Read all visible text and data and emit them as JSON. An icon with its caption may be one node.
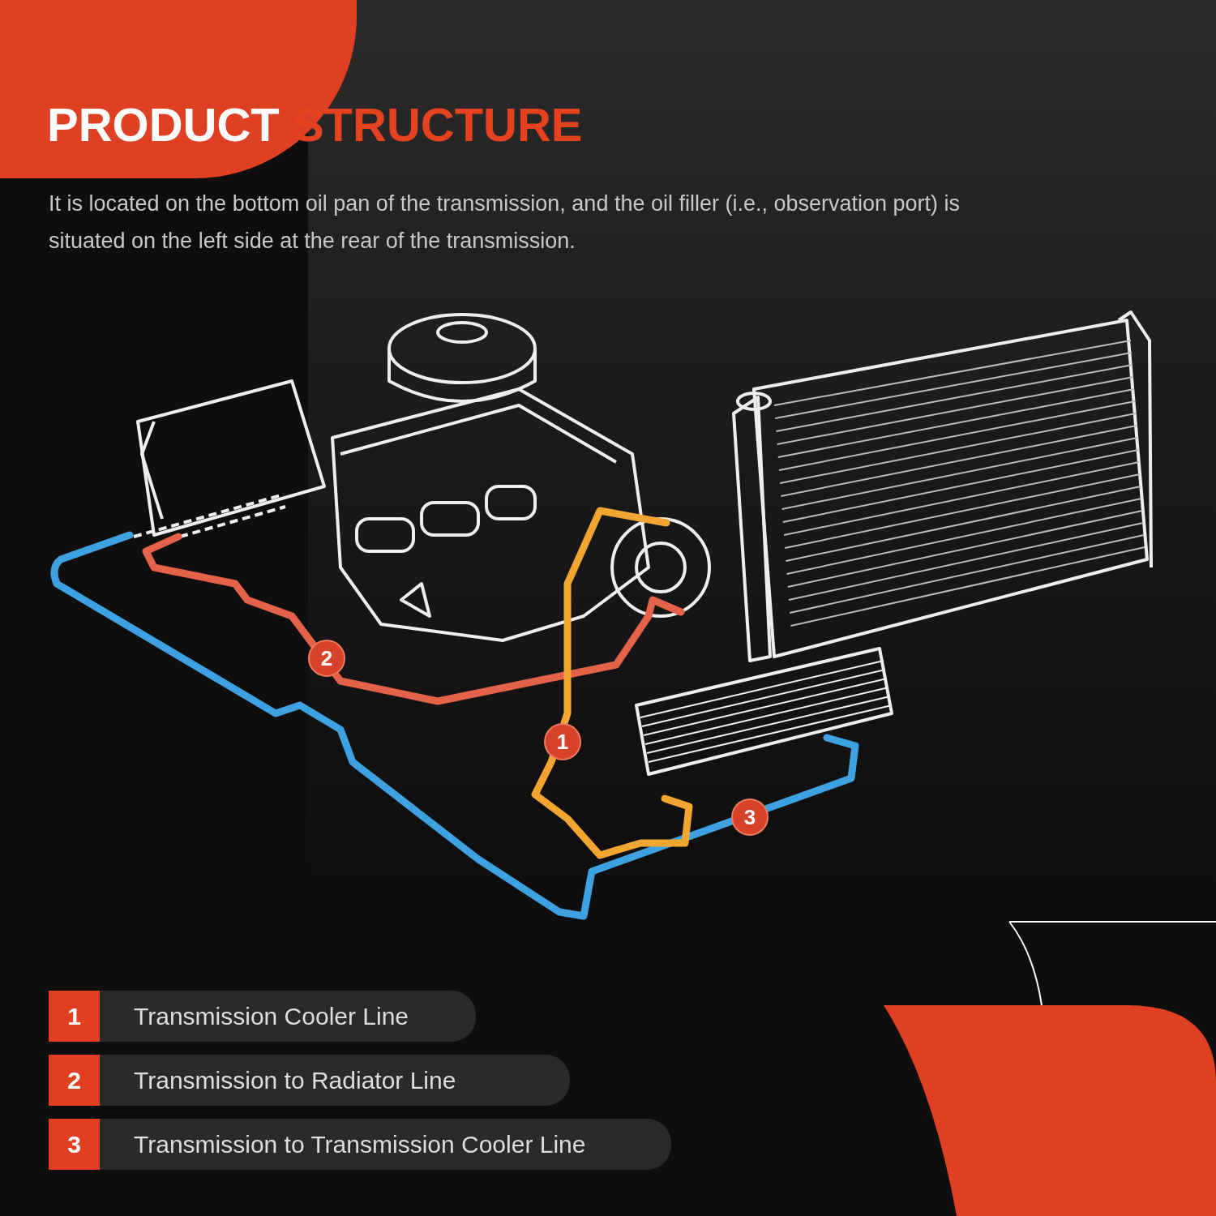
{
  "diagram": {
    "title": "PRODUCT STRUCTURE",
    "labels": [
      "It is located on the bottom oil pan of the transmission, and the oil filler (i.e., observation port) is situated on the left side at the rear of the transmission.",
      "2",
      "1",
      "3",
      "1",
      "Transmission Cooler Line",
      "2",
      "Transmission to Radiator Line",
      "3",
      "Transmission to Transmission Cooler Line"
    ]
  }
}
